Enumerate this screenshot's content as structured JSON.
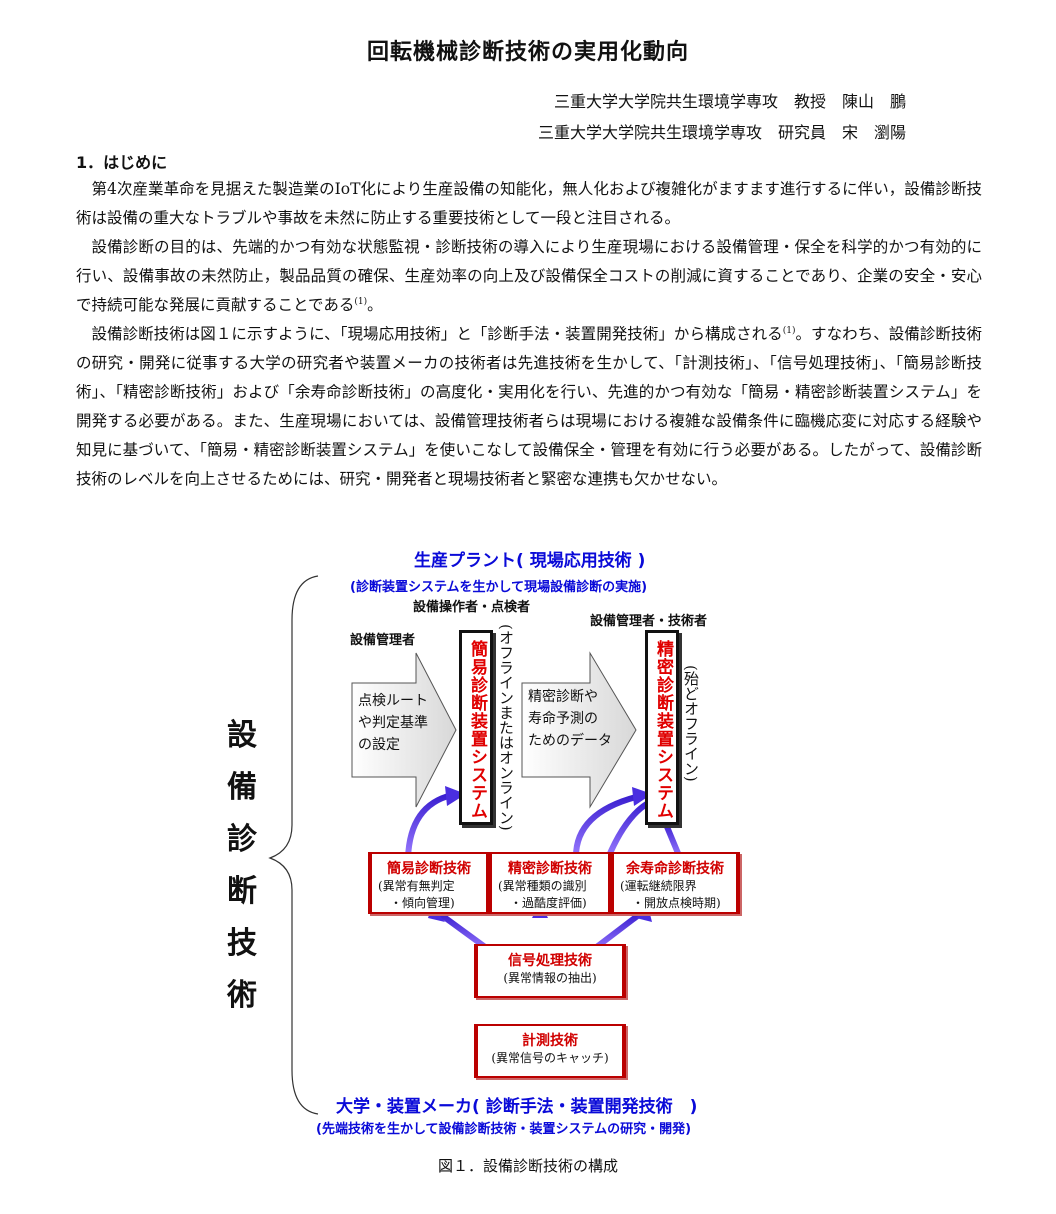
{
  "title": "回転機械診断技術の実用化動向",
  "authors": [
    "三重大学大学院共生環境学専攻　教授　陳山　鵬",
    "三重大学大学院共生環境学専攻　研究員　宋　瀏陽"
  ],
  "section1": {
    "heading": "1．はじめに",
    "paragraphs": [
      "第4次産業革命を見据えた製造業のIoT化により生産設備の知能化，無人化および複雑化がますます進行するに伴い，設備診断技術は設備の重大なトラブルや事故を未然に防止する重要技術として一段と注目される。",
      "設備診断の目的は、先端的かつ有効な状態監視・診断技術の導入により生産現場における設備管理・保全を科学的かつ有効的に行い、設備事故の未然防止，製品品質の確保、生産効率の向上及び設備保全コストの削減に資することであり、企業の安全・安心で持続可能な発展に貢献することである",
      "設備診断技術は図１に示すように、「現場応用技術」と「診断手法・装置開発技術」から構成される",
      "。すなわち、設備診断技術の研究・開発に従事する大学の研究者や装置メーカの技術者は先進技術を生かして、「計測技術」、「信号処理技術」、「簡易診断技術」、「精密診断技術」および「余寿命診断技術」の高度化・実用化を行い、先進的かつ有効な「簡易・精密診断装置システム」を開発する必要がある。また、生産現場においては、設備管理技術者らは現場における複雑な設備条件に臨機応変に対応する経験や知見に基づいて、「簡易・精密診断装置システム」を使いこなして設備保全・管理を有効に行う必要がある。したがって、設備診断技術のレベルを向上させるためには、研究・開発者と現場技術者と緊密な連携も欠かせない。"
    ],
    "ref_mark": "(1)",
    "period": "。"
  },
  "figure": {
    "top_title": "生産プラント( 現場応用技術 )",
    "top_subtitle": "(診断装置システムを生かして現場設備診断の実施)",
    "operator_label": "設備操作者・点検者",
    "manager_label": "設備管理者",
    "engineer_label": "設備管理者・技術者",
    "left_big_label": [
      "設",
      "備",
      "診",
      "断",
      "技",
      "術"
    ],
    "arrow1_text": [
      "点検ルート",
      "や判定基準",
      "の設定"
    ],
    "arrow2_text": [
      "精密診断や",
      "寿命予測の",
      "ためのデータ"
    ],
    "system1": "簡易診断装置システム",
    "system1_mode": "(オフラインまたはオンライン)",
    "system2": "精密診断装置システム",
    "system2_mode": "(殆どオフライン)",
    "tech_boxes": [
      {
        "title": "簡易診断技術",
        "sub": "(異常有無判定\n　・傾向管理)"
      },
      {
        "title": "精密診断技術",
        "sub": "(異常種類の識別\n　・過酷度評価)"
      },
      {
        "title": "余寿命診断技術",
        "sub": "(運転継続限界\n　・開放点検時期)"
      }
    ],
    "signal_box": {
      "title": "信号処理技術",
      "sub": "(異常情報の抽出)"
    },
    "measure_box": {
      "title": "計測技術",
      "sub": "(異常信号のキャッチ)"
    },
    "bottom_title": "大学・装置メーカ( 診断手法・装置開発技術　)",
    "bottom_subtitle": "(先端技術を生かして設備診断技術・装置システムの研究・開発)",
    "caption": "図１．設備診断技術の構成"
  },
  "colors": {
    "blue": "#0a0ad8",
    "red": "#e00000",
    "purple": "#6633ee"
  }
}
